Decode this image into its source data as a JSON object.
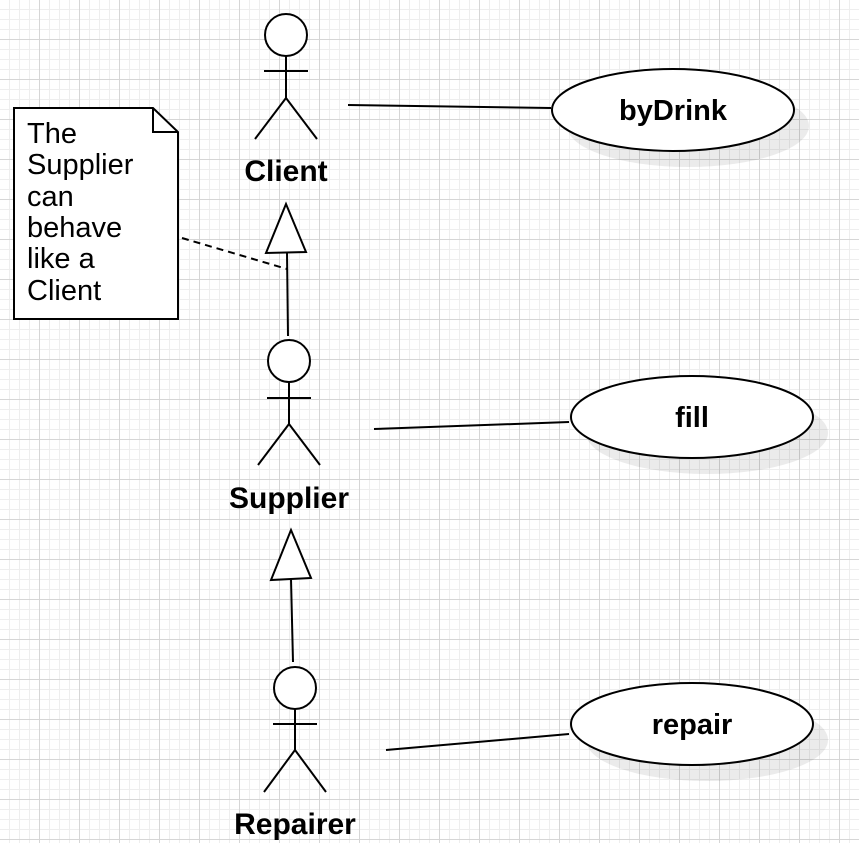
{
  "diagram": {
    "type": "uml-use-case",
    "actors": [
      {
        "id": "client",
        "label": "Client"
      },
      {
        "id": "supplier",
        "label": "Supplier"
      },
      {
        "id": "repairer",
        "label": "Repairer"
      }
    ],
    "use_cases": [
      {
        "id": "bydrink",
        "label": "byDrink"
      },
      {
        "id": "fill",
        "label": "fill"
      },
      {
        "id": "repair",
        "label": "repair"
      }
    ],
    "note": {
      "lines": [
        "The",
        "Supplier",
        "can",
        "behave",
        "like a",
        "Client"
      ]
    },
    "associations": [
      {
        "from": "client",
        "to": "bydrink"
      },
      {
        "from": "supplier",
        "to": "fill"
      },
      {
        "from": "repairer",
        "to": "repair"
      }
    ],
    "generalizations": [
      {
        "child": "supplier",
        "parent": "client"
      },
      {
        "child": "repairer",
        "parent": "supplier"
      }
    ],
    "colors": {
      "stroke": "#000000",
      "fill": "#ffffff",
      "grid": "#d6d6d6"
    }
  }
}
